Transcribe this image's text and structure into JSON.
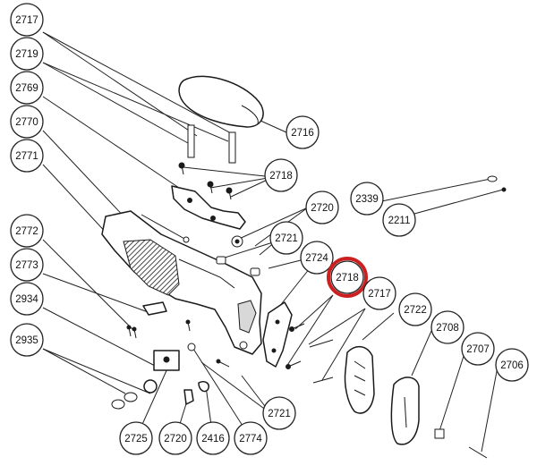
{
  "diagram": {
    "highlight_color": "#cc1f1f",
    "callouts": [
      {
        "id": "c2717a",
        "label": "2717"
      },
      {
        "id": "c2719",
        "label": "2719"
      },
      {
        "id": "c2769",
        "label": "2769"
      },
      {
        "id": "c2770",
        "label": "2770"
      },
      {
        "id": "c2771",
        "label": "2771"
      },
      {
        "id": "c2772",
        "label": "2772"
      },
      {
        "id": "c2773",
        "label": "2773"
      },
      {
        "id": "c2934",
        "label": "2934"
      },
      {
        "id": "c2935",
        "label": "2935"
      },
      {
        "id": "c2716",
        "label": "2716"
      },
      {
        "id": "c2718a",
        "label": "2718"
      },
      {
        "id": "c2720a",
        "label": "2720"
      },
      {
        "id": "c2721a",
        "label": "2721"
      },
      {
        "id": "c2724",
        "label": "2724"
      },
      {
        "id": "c2718b",
        "label": "2718",
        "highlighted": true
      },
      {
        "id": "c2717b",
        "label": "2717"
      },
      {
        "id": "c2339",
        "label": "2339"
      },
      {
        "id": "c2211",
        "label": "2211"
      },
      {
        "id": "c2722",
        "label": "2722"
      },
      {
        "id": "c2708",
        "label": "2708"
      },
      {
        "id": "c2707",
        "label": "2707"
      },
      {
        "id": "c2706",
        "label": "2706"
      },
      {
        "id": "c2721b",
        "label": "2721"
      },
      {
        "id": "c2725",
        "label": "2725"
      },
      {
        "id": "c2720b",
        "label": "2720"
      },
      {
        "id": "c2416",
        "label": "2416"
      },
      {
        "id": "c2774",
        "label": "2774"
      }
    ]
  }
}
